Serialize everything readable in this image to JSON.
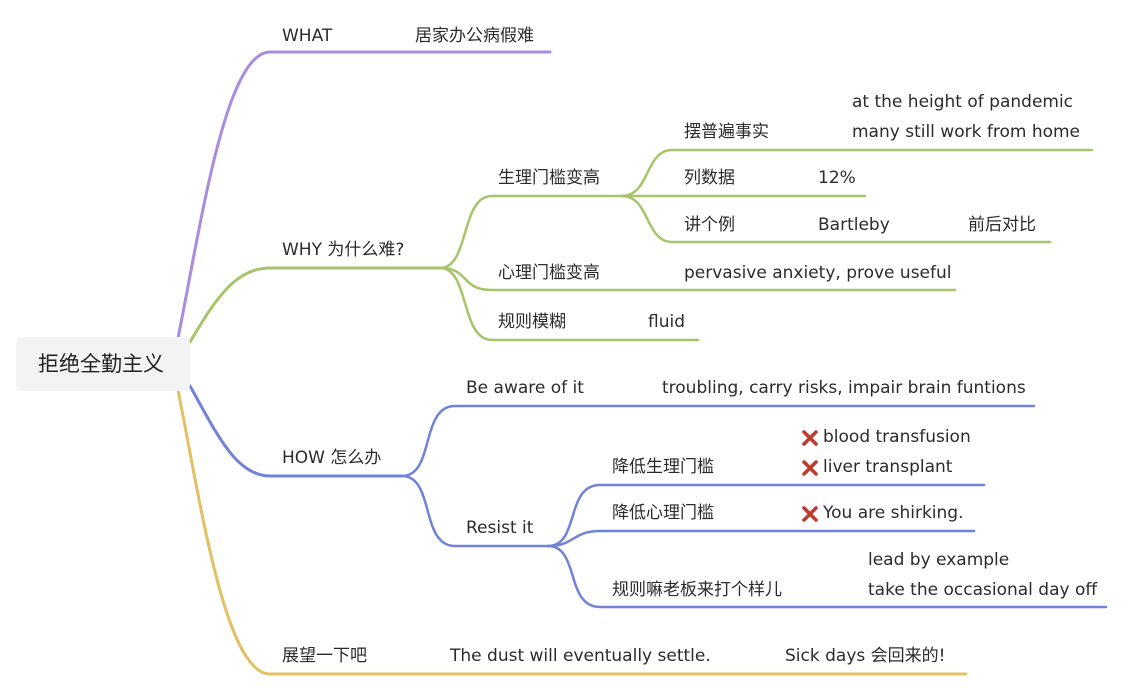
{
  "root": "拒绝全勤主义",
  "branches": {
    "what": {
      "label": "WHAT",
      "detail": "居家办公病假难"
    },
    "why": {
      "label": "WHY 为什么难?",
      "physical": {
        "label": "生理门槛变高",
        "facts": {
          "label": "摆普遍事实",
          "line1": "at the height of pandemic",
          "line2": "many still work from home"
        },
        "data": {
          "label": "列数据",
          "value": "12%"
        },
        "example": {
          "label": "讲个例",
          "value": "Bartleby",
          "extra": "前后对比"
        }
      },
      "psychological": {
        "label": "心理门槛变高",
        "value": "pervasive anxiety, prove useful"
      },
      "rules": {
        "label": "规则模糊",
        "value": "fluid"
      }
    },
    "how": {
      "label": "HOW 怎么办",
      "aware": {
        "label": "Be aware of it",
        "value": "troubling, carry risks, impair brain funtions"
      },
      "resist": {
        "label": "Resist it",
        "physical": {
          "label": "降低生理门槛",
          "item1": "blood transfusion",
          "item2": "liver transplant"
        },
        "psychological": {
          "label": "降低心理门槛",
          "item1": "You are shirking."
        },
        "boss": {
          "label": "规则嘛老板来打个样儿",
          "line1": "lead by example",
          "line2": "take the occasional day off"
        }
      }
    },
    "outlook": {
      "label": "展望一下吧",
      "value1": "The dust will eventually settle.",
      "value2": "Sick days 会回来的!"
    }
  },
  "colors": {
    "purple": "#a98be0",
    "green": "#a7c46a",
    "blue": "#7382d9",
    "yellow": "#e2c063",
    "cross": "#c0392b"
  }
}
